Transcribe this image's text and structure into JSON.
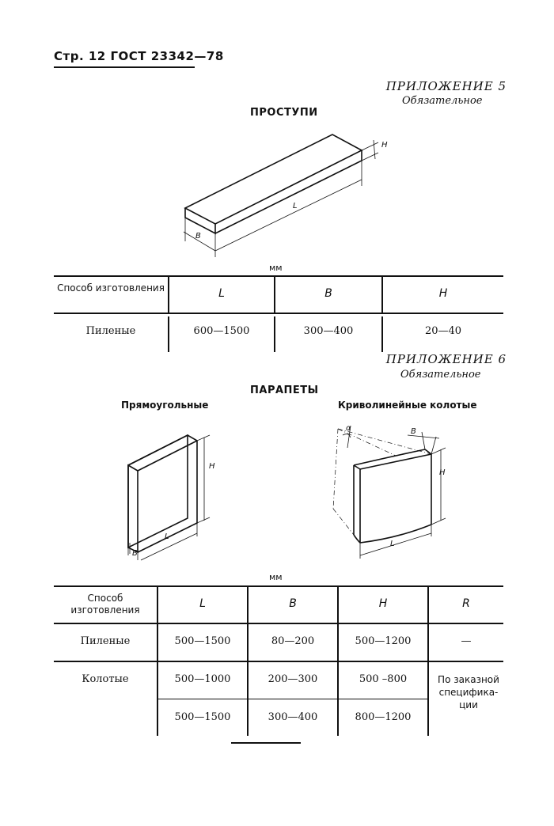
{
  "header": {
    "text": "Стр. 12 ГОСТ 23342—78"
  },
  "appendix5": {
    "title": "ПРИЛОЖЕНИЕ 5",
    "subtitle": "Обязательное",
    "section": "ПРОСТУПИ"
  },
  "fig1": {
    "labels": {
      "H": "H",
      "L": "L",
      "B": "B"
    }
  },
  "table1": {
    "unit": "мм",
    "headers": [
      "Способ изготовления",
      "L",
      "B",
      "H"
    ],
    "rows": [
      [
        "Пиленые",
        "600—1500",
        "300—400",
        "20—40"
      ]
    ]
  },
  "appendix6": {
    "title": "ПРИЛОЖЕНИЕ 6",
    "subtitle": "Обязательное",
    "section": "ПАРАПЕТЫ",
    "left_caption": "Прямоугольные",
    "right_caption": "Криволинейные колотые"
  },
  "fig2": {
    "labels": {
      "H": "H",
      "L": "L",
      "B": "B"
    }
  },
  "fig3": {
    "labels": {
      "alpha": "α",
      "B": "B",
      "H": "H",
      "L": "L"
    }
  },
  "table2": {
    "unit": "мм",
    "headers": [
      "Способ изготовления",
      "L",
      "B",
      "H",
      "R"
    ],
    "rows": [
      {
        "method": "Пиленые",
        "L": "500—1500",
        "B": "80—200",
        "H": "500—1200",
        "R": "—"
      },
      {
        "method": "Колотые",
        "L": "500—1000",
        "B": "200—300",
        "H": "500 –800",
        "R": "По заказной спецификации"
      },
      {
        "method": "",
        "L": "500—1500",
        "B": "300—400",
        "H": "800—1200",
        "R": ""
      }
    ],
    "r_note_lines": [
      "По заказной",
      "специфика-",
      "ции"
    ]
  }
}
